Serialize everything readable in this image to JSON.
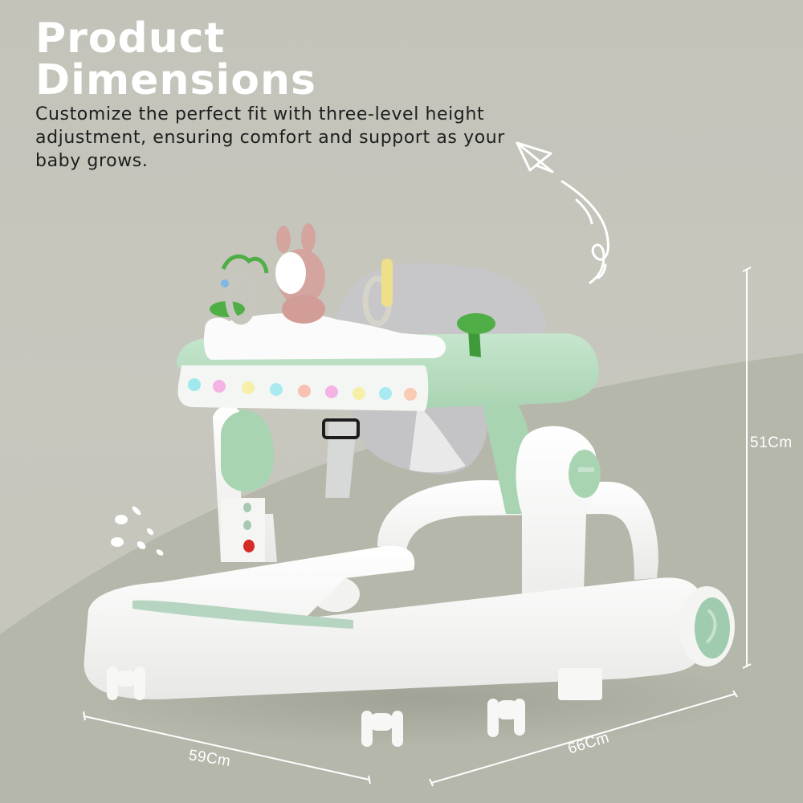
{
  "header": {
    "title_line1": "Product",
    "title_line2": "Dimensions",
    "description": "Customize the perfect fit with three-level height adjustment, ensuring comfort and support as your baby grows."
  },
  "dimensions": {
    "height": "51Cm",
    "width": "59Cm",
    "depth": "66Cm"
  },
  "product": {
    "name": "baby-walker",
    "light_bar_colors": [
      "#8fe6ea",
      "#f5a6e0",
      "#f7ec9a",
      "#9be8f0",
      "#f9b7a8",
      "#f5a6e0",
      "#f7ec9a",
      "#9be8f0",
      "#f9c2a8"
    ],
    "colors": {
      "tray": "#b6dcc0",
      "frame": "#f7f7f5",
      "seat": "#c9c9cb",
      "accent_green": "#4fae45",
      "red_button": "#d82a24",
      "bunny": "#d4a59f"
    }
  },
  "decorations": {
    "icons": [
      "paper-plane-icon",
      "dots-sparkle-icon"
    ]
  },
  "colors": {
    "background": "#c6c6bd",
    "floor": "#b5b6aa",
    "text_title": "#ffffff",
    "text_body": "#1e1e1e",
    "dimension_lines": "#ffffff"
  }
}
